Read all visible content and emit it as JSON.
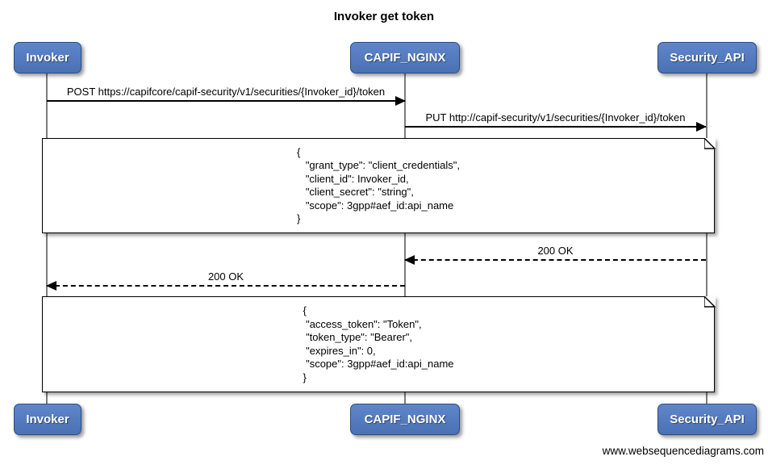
{
  "title": "Invoker get token",
  "footer": "www.websequencediagrams.com",
  "actors": [
    {
      "label": "Invoker"
    },
    {
      "label": "CAPIF_NGINX"
    },
    {
      "label": "Security_API"
    }
  ],
  "messages": [
    {
      "label": "POST https://capifcore/capif-security/v1/securities/{Invoker_id}/token",
      "from": "Invoker",
      "to": "CAPIF_NGINX",
      "line": "solid"
    },
    {
      "label": "PUT http://capif-security/v1/securities/{Invoker_id}/token",
      "from": "CAPIF_NGINX",
      "to": "Security_API",
      "line": "solid"
    },
    {
      "label": "200 OK",
      "from": "Security_API",
      "to": "CAPIF_NGINX",
      "line": "dashed"
    },
    {
      "label": "200 OK",
      "from": "CAPIF_NGINX",
      "to": "Invoker",
      "line": "dashed"
    }
  ],
  "notes": [
    {
      "text": "{\n   \"grant_type\": \"client_credentials\",\n   \"client_id\": Invoker_id,\n   \"client_secret\": \"string\",\n   \"scope\": 3gpp#aef_id:api_name\n}"
    },
    {
      "text": "{\n \"access_token\": \"Token\",\n \"token_type\": \"Bearer\",\n \"expires_in\": 0,\n \"scope\": 3gpp#aef_id:api_name\n}"
    }
  ],
  "colors": {
    "actor_fill_top": "#5f86ca",
    "actor_fill_bottom": "#4a71b4",
    "actor_border": "#2e4c7e",
    "lifeline": "#7d7d7d",
    "arrow": "#000000",
    "note_border": "#000000",
    "note_bg": "#ffffff"
  }
}
